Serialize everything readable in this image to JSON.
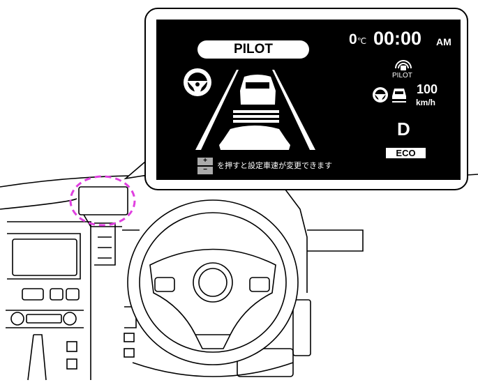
{
  "display": {
    "mode_label": "PILOT",
    "temperature": "0",
    "temp_unit": "℃",
    "clock": "00:00",
    "ampm": "AM",
    "pilot_icon_label": "PILOT",
    "set_speed": "100",
    "speed_unit": "km/h",
    "gear": "D",
    "drive_mode": "ECO",
    "hint_text": "を押すと設定車速が変更できます",
    "hint_plus": "+",
    "hint_minus": "−"
  },
  "colors": {
    "screen": "#000000",
    "highlight": "#e040e0"
  }
}
